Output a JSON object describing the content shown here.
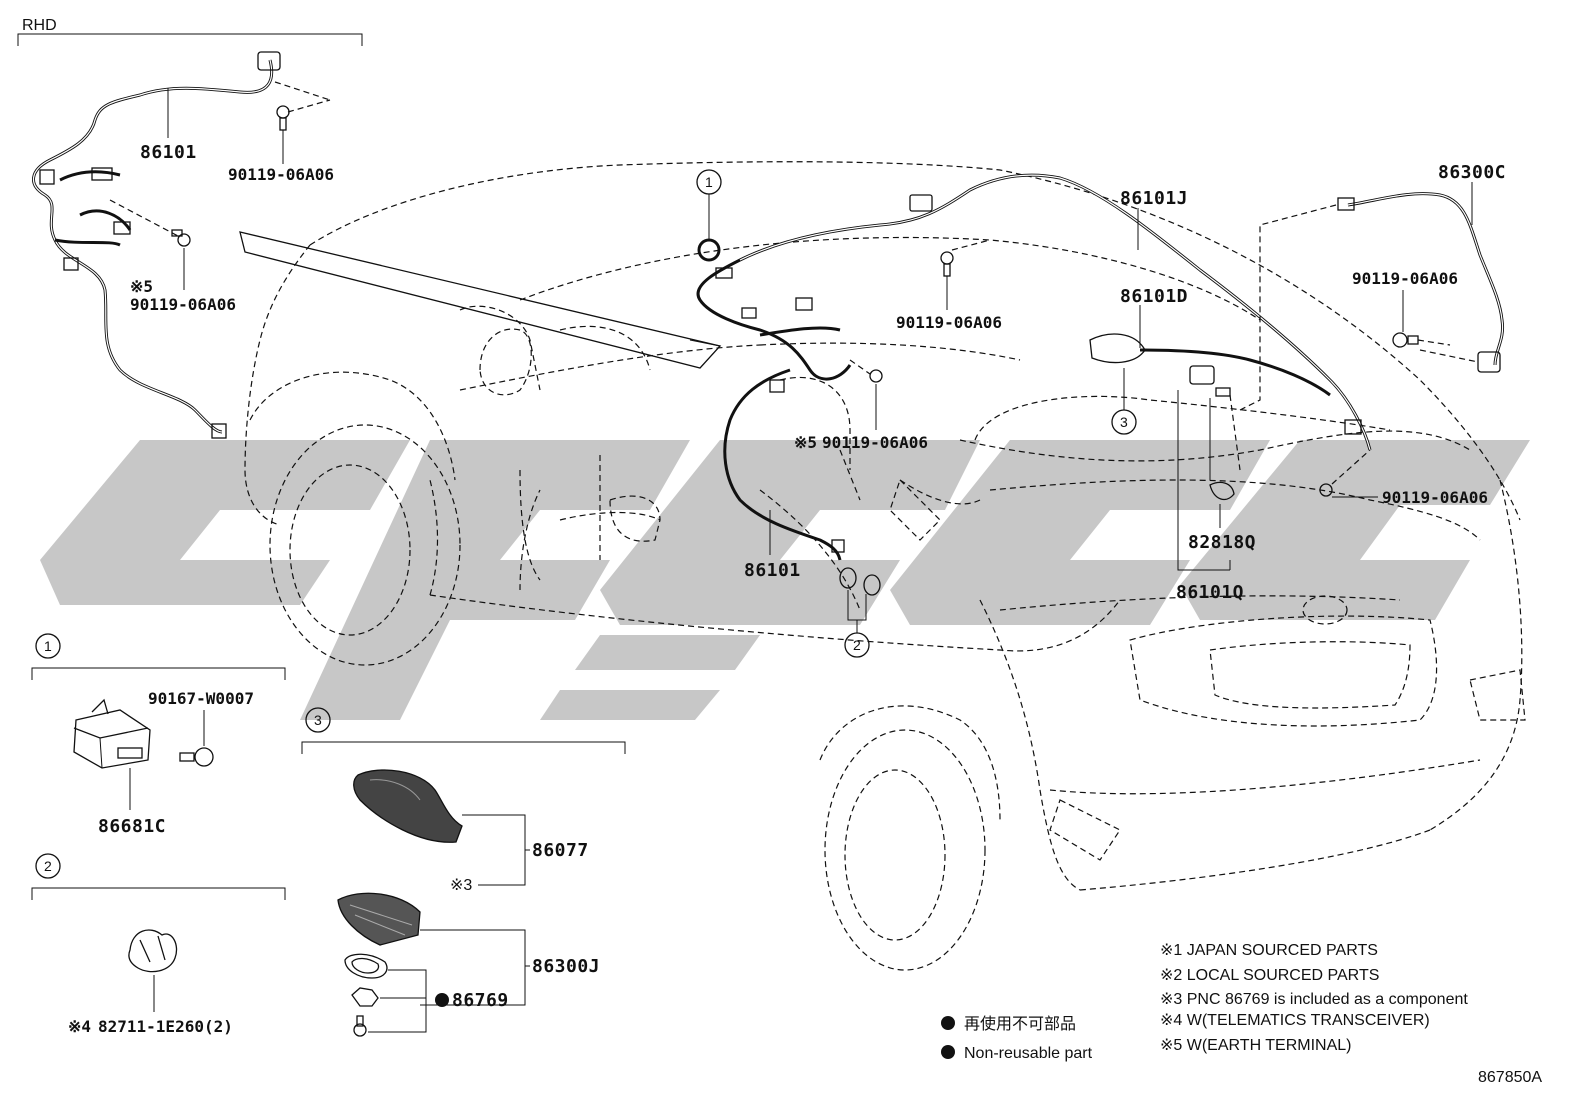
{
  "section_label": "RHD",
  "drawing_number": "867850A",
  "callouts": {
    "c1": "1",
    "c2": "2",
    "c3": "3"
  },
  "part_labels": {
    "p86101_top": "86101",
    "p90119_top": "90119-06A06",
    "p90119_left_note": "※5",
    "p90119_left": "90119-06A06",
    "p86101J": "86101J",
    "p86101D": "86101D",
    "p86300C": "86300C",
    "p90119_right_top": "90119-06A06",
    "p90119_center": "90119-06A06",
    "p90119_mid_note": "※5",
    "p90119_mid": "90119-06A06",
    "p90119_right_bot": "90119-06A06",
    "p86101_mid": "86101",
    "p82818Q": "82818Q",
    "p86101Q": "86101Q",
    "p90167": "90167-W0007",
    "p86681C": "86681C",
    "p82711_note": "※4",
    "p82711": "82711-1E260(2)",
    "p86077": "86077",
    "p86077_note": "※3",
    "p86300J": "86300J",
    "p86769": "86769"
  },
  "legend": {
    "jp": "再使用不可部品",
    "en": "Non-reusable part"
  },
  "notes": [
    "※1 JAPAN SOURCED PARTS",
    "※2 LOCAL SOURCED PARTS",
    "※3 PNC 86769 is included as a component",
    "※4 W(TELEMATICS TRANSCEIVER)",
    "※5 W(EARTH TERMINAL)"
  ],
  "colors": {
    "line": "#111111",
    "watermark": "#bdbdbd"
  }
}
